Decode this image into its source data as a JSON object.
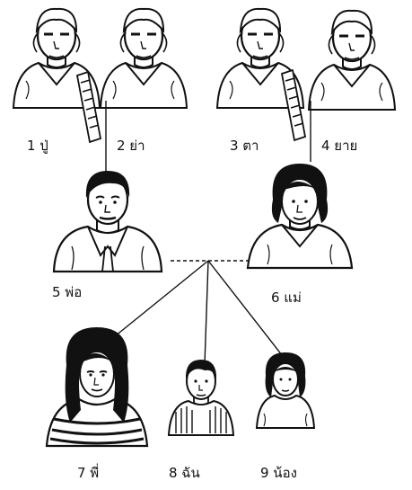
{
  "colors": {
    "ink": "#111111",
    "background": "#ffffff"
  },
  "people": {
    "grandfather_paternal": {
      "label": "1 ปู่",
      "icon": "elderly-man-portrait"
    },
    "grandmother_paternal": {
      "label": "2 ย่า",
      "icon": "elderly-woman-portrait"
    },
    "grandfather_maternal": {
      "label": "3 ตา",
      "icon": "elderly-man-portrait"
    },
    "grandmother_maternal": {
      "label": "4 ยาย",
      "icon": "elderly-woman-portrait"
    },
    "father": {
      "label": "5 พ่อ",
      "icon": "man-portrait"
    },
    "mother": {
      "label": "6 แม่",
      "icon": "woman-portrait"
    },
    "elder_sibling": {
      "label": "7 พี่",
      "icon": "young-woman-portrait"
    },
    "self": {
      "label": "8 ฉัน",
      "icon": "boy-portrait"
    },
    "younger_sibling": {
      "label": "9 น้อง",
      "icon": "girl-portrait"
    }
  }
}
